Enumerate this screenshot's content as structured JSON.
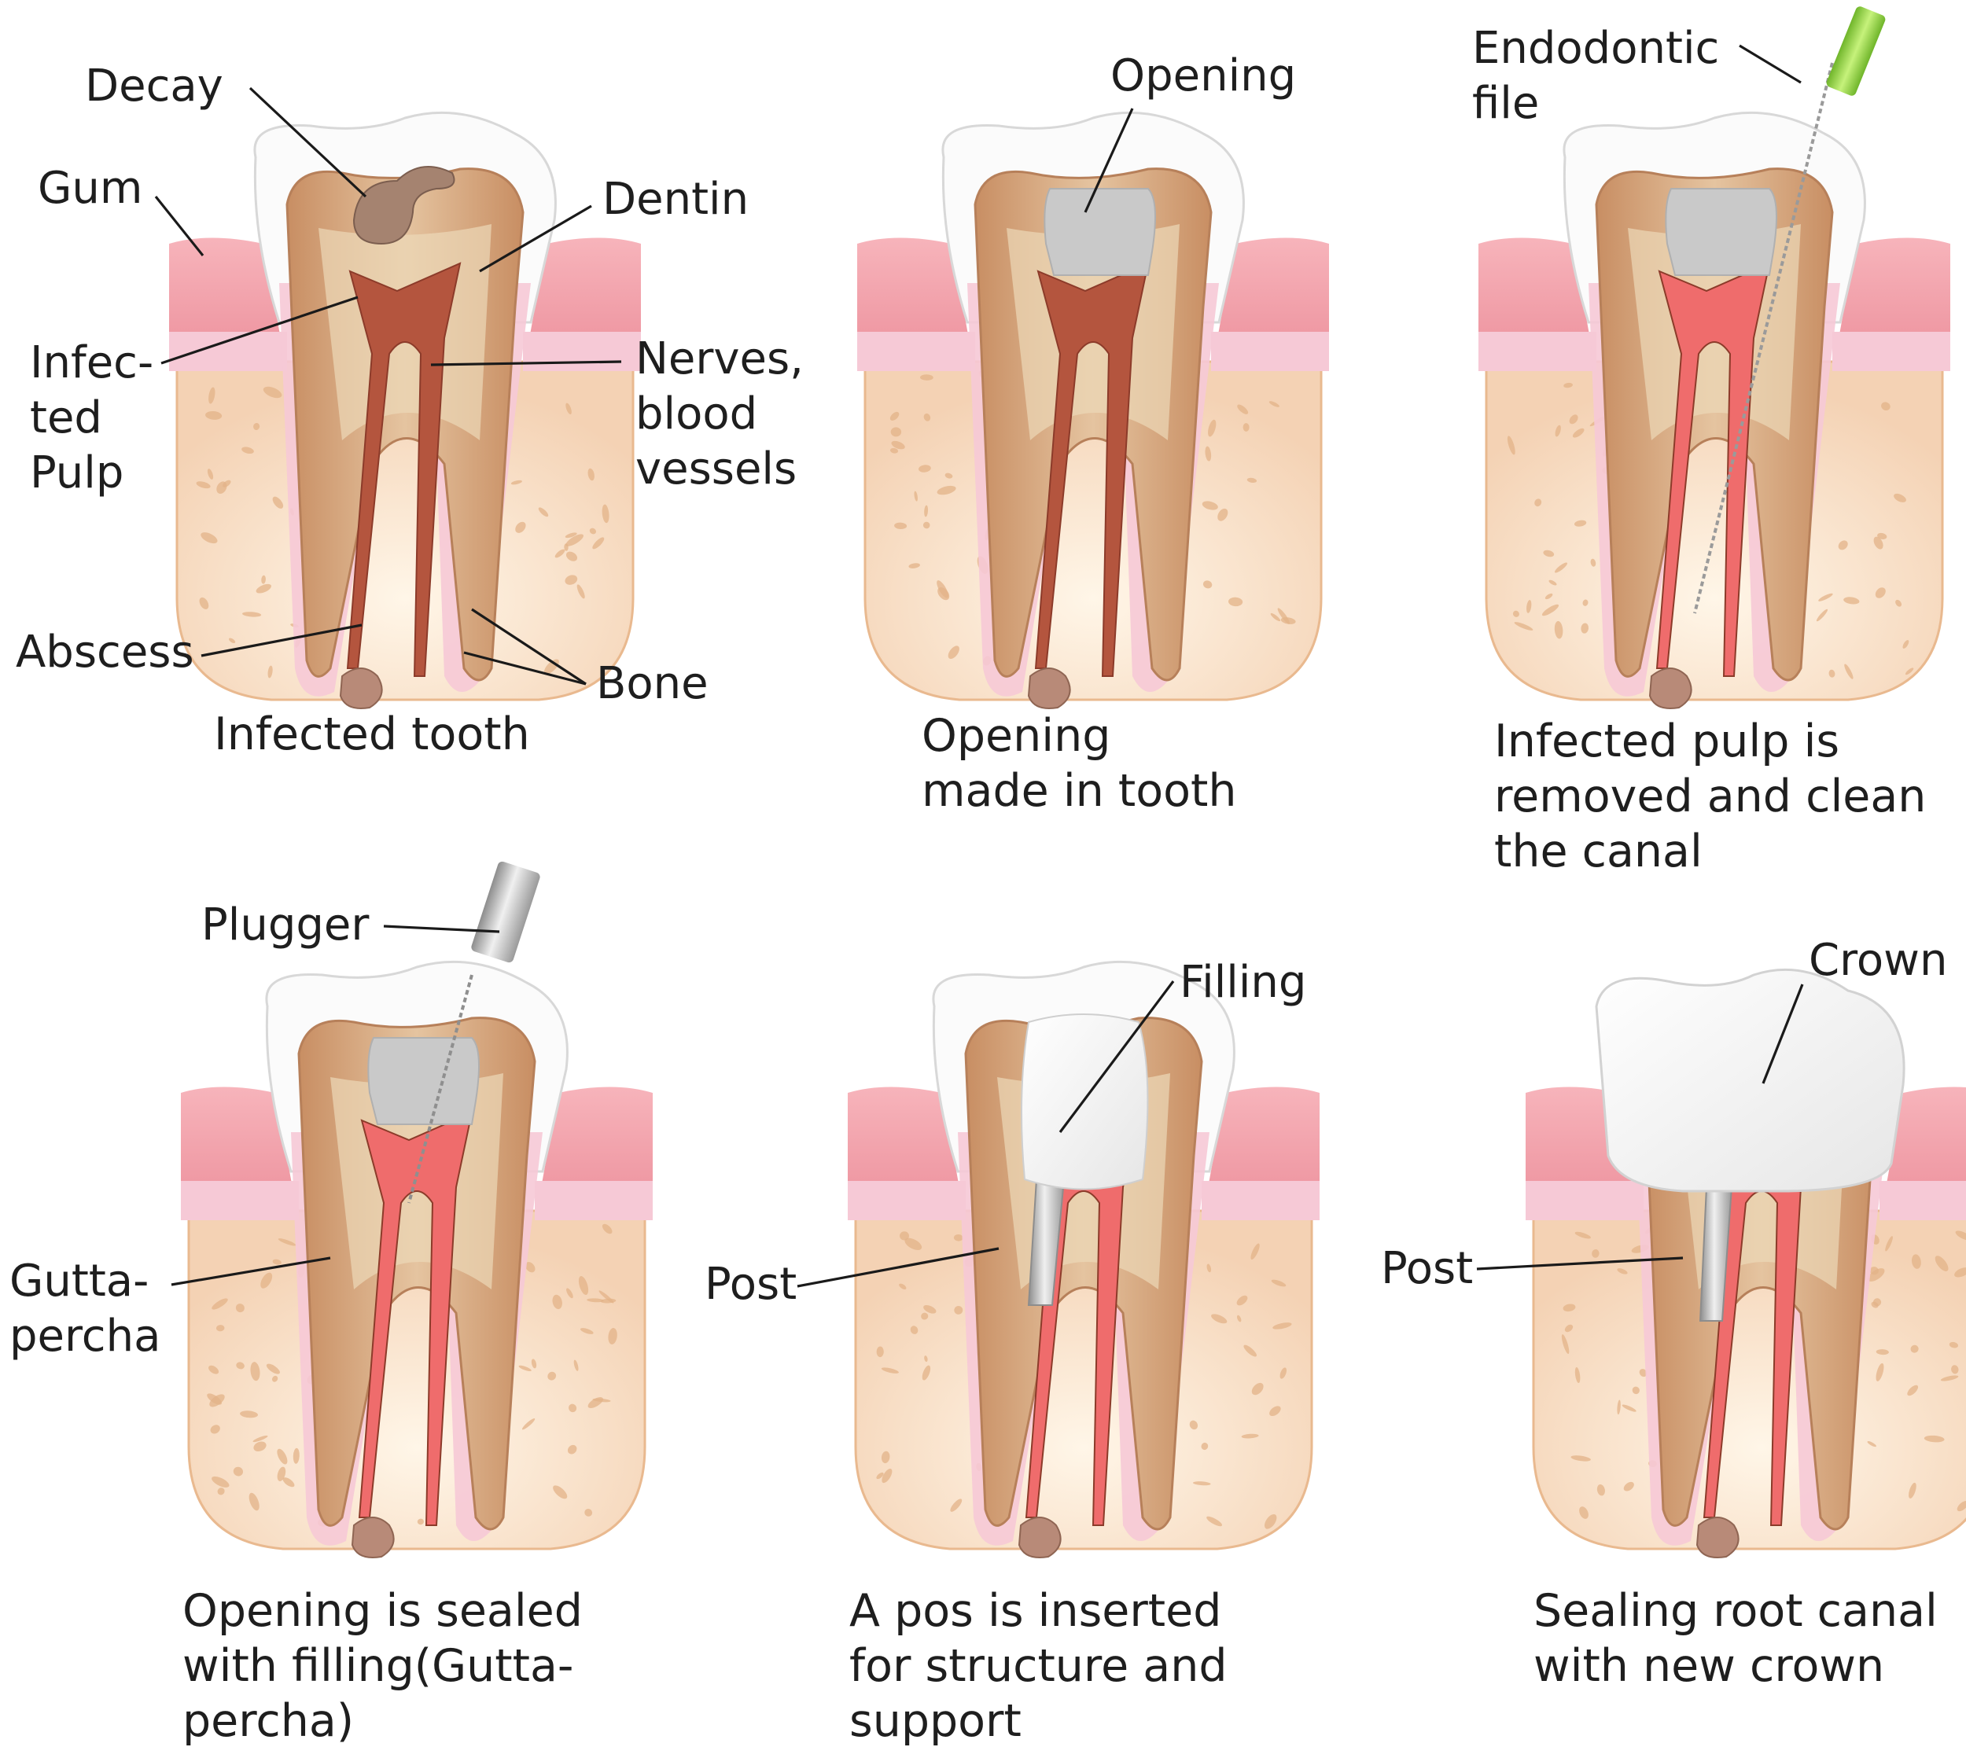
{
  "panels": [
    {
      "caption": [
        "Infected tooth"
      ],
      "labels": {
        "decay": "Decay",
        "gum": "Gum",
        "dentin": "Dentin",
        "infected_pulp": [
          "Infec-",
          "ted",
          "Pulp"
        ],
        "nerves": [
          "Nerves,",
          "blood",
          "vessels"
        ],
        "abscess": "Abscess",
        "bone": "Bone"
      }
    },
    {
      "caption": [
        "Opening",
        "made in tooth"
      ],
      "labels": {
        "opening": "Opening"
      }
    },
    {
      "caption": [
        "Infected pulp is",
        "removed and clean",
        "the canal"
      ],
      "labels": {
        "file": [
          "Endodontic",
          "file"
        ]
      }
    },
    {
      "caption": [
        "Opening is sealed",
        "with filling(Gutta-",
        "percha)"
      ],
      "labels": {
        "plugger": "Plugger",
        "gutta": [
          "Gutta-",
          "percha"
        ]
      }
    },
    {
      "caption": [
        "A pos is inserted",
        "for structure and",
        "support"
      ],
      "labels": {
        "filling": "Filling",
        "post": "Post"
      }
    },
    {
      "caption": [
        "Sealing root canal",
        "with new crown"
      ],
      "labels": {
        "crown": "Crown",
        "post": "Post"
      }
    }
  ],
  "colors": {
    "bone": "#f7dcc0",
    "bone_edge": "#e9b98f",
    "gum": "#f2a3ac",
    "periodontal": "#f6c9d6",
    "enamel": "#fbfbfb",
    "dentin": "#d9a981",
    "pulp_infected": "#b4553e",
    "canal_clean": "#ef6c6c",
    "filling_grey": "#c9c9c9",
    "file_handle": "#8fd43a",
    "crown": "#ffffff",
    "abscess": "#b88a78"
  }
}
